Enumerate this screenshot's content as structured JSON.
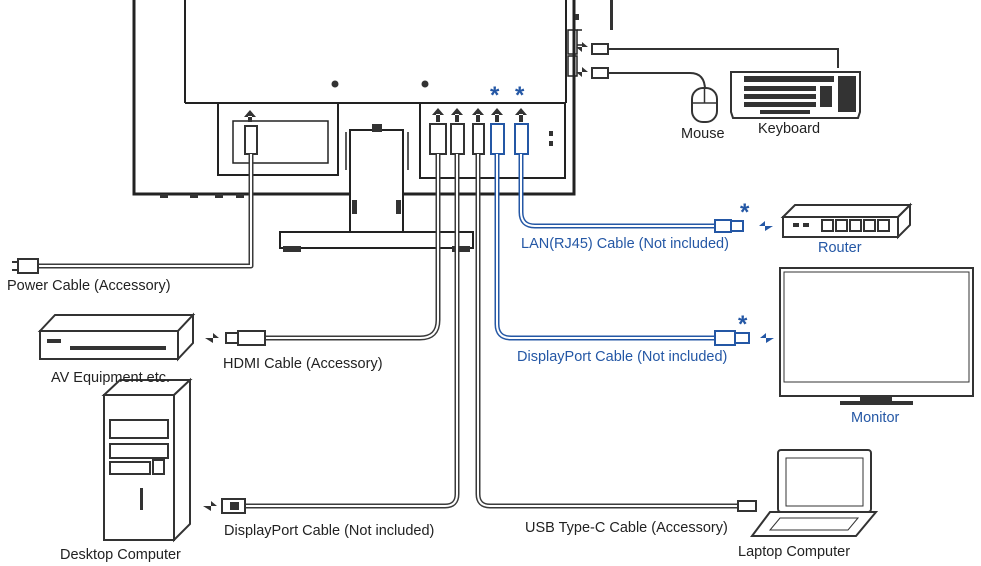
{
  "labels": {
    "power_cable": "Power Cable (Accessory)",
    "av_equipment": "AV Equipment etc.",
    "hdmi_cable": "HDMI Cable (Accessory)",
    "desktop_computer": "Desktop Computer",
    "displayport_cable_desktop": "DisplayPort Cable (Not included)",
    "usbc_cable": "USB Type-C Cable (Accessory)",
    "laptop_computer": "Laptop Computer",
    "mouse": "Mouse",
    "keyboard": "Keyboard",
    "lan_cable": "LAN(RJ45) Cable (Not included)",
    "router": "Router",
    "displayport_cable_monitor": "DisplayPort Cable (Not included)",
    "monitor": "Monitor"
  },
  "markers": {
    "not_included": "*"
  },
  "colors": {
    "line": "#333333",
    "accent_blue": "#2457a5",
    "background": "#ffffff"
  }
}
